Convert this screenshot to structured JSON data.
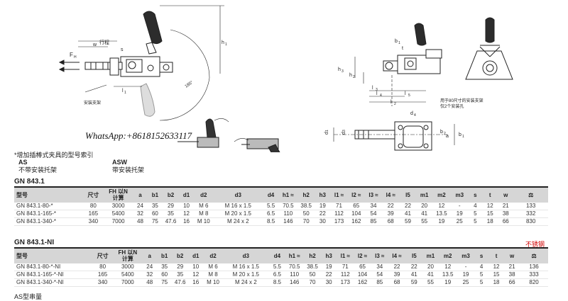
{
  "watermark": "WhatsApp:+8618152633117",
  "drawing_labels": {
    "travel": "行程",
    "w": "w",
    "fh": "F",
    "fh_sub": "H",
    "s": "s",
    "h1": "h",
    "h1_sub": "1",
    "l1": "l",
    "l1_sub": "1",
    "mount_bracket": "安装支架",
    "angle": "185°",
    "b1": "b",
    "b1_sub": "1",
    "t": "t",
    "h3": "h",
    "h3_sub": "3",
    "h2": "h",
    "h2_sub": "2",
    "l3": "l",
    "l3_sub": "3",
    "l4": "l",
    "l4_sub": "4",
    "l5": "l",
    "l5_sub": "5",
    "l2": "l",
    "l2_sub": "2",
    "note_80": "用于80尺寸的安装支架",
    "note_80b": "仅2个安装孔",
    "d4": "d",
    "d4_sub": "4",
    "d1": "d",
    "d1_sub": "1",
    "d3": "d",
    "d3_sub": "3",
    "b2": "b",
    "b2_sub": "2",
    "a": "a",
    "m1": "m",
    "m1_sub": "1",
    "m2": "m",
    "m2_sub": "2",
    "d2": "d",
    "d2_sub": "2"
  },
  "accessory_note": "*增加插棒式夹具的型号索引",
  "variants": [
    {
      "code": "AS",
      "desc": "不带安装托架"
    },
    {
      "code": "ASW",
      "desc": "带安装托架"
    }
  ],
  "table1": {
    "title": "GN 843.1",
    "headers": [
      "型号",
      "尺寸",
      "FH 以N|计算",
      "a",
      "b1",
      "b2",
      "d1",
      "d2",
      "d3",
      "d4",
      "h1 ≈",
      "h2",
      "h3",
      "l1 ≈",
      "l2 ≈",
      "l3 ≈",
      "l4 ≈",
      "l5",
      "m1",
      "m2",
      "m3",
      "s",
      "t",
      "w",
      "⚖"
    ],
    "rows": [
      [
        "GN 843.1-80-*",
        "80",
        "3000",
        "24",
        "35",
        "29",
        "10",
        "M 6",
        "M 16 x 1.5",
        "5.5",
        "70.5",
        "38.5",
        "19",
        "71",
        "65",
        "34",
        "22",
        "22",
        "20",
        "12",
        "-",
        "4",
        "12",
        "21",
        "133"
      ],
      [
        "GN 843.1-165-*",
        "165",
        "5400",
        "32",
        "60",
        "35",
        "12",
        "M 8",
        "M 20 x 1.5",
        "6.5",
        "110",
        "50",
        "22",
        "112",
        "104",
        "54",
        "39",
        "41",
        "41",
        "13.5",
        "19",
        "5",
        "15",
        "38",
        "332"
      ],
      [
        "GN 843.1-340-*",
        "340",
        "7000",
        "48",
        "75",
        "47.6",
        "16",
        "M 10",
        "M 24 x 2",
        "8.5",
        "146",
        "70",
        "30",
        "173",
        "162",
        "85",
        "68",
        "59",
        "55",
        "19",
        "25",
        "5",
        "18",
        "66",
        "830"
      ]
    ]
  },
  "table2": {
    "title": "GN 843.1-NI",
    "stainless": "不锈钢",
    "headers": [
      "型号",
      "尺寸",
      "FH 以N|计算",
      "a",
      "b1",
      "b2",
      "d1",
      "d2",
      "d3",
      "d4",
      "h1 ≈",
      "h2",
      "h3",
      "l1 ≈",
      "l2 ≈",
      "l3 ≈",
      "l4 ≈",
      "l5",
      "m1",
      "m2",
      "m3",
      "s",
      "t",
      "w",
      "⚖"
    ],
    "rows": [
      [
        "GN 843.1-80-*-NI",
        "80",
        "3000",
        "24",
        "35",
        "29",
        "10",
        "M 6",
        "M 16 x 1.5",
        "5.5",
        "70.5",
        "38.5",
        "19",
        "71",
        "65",
        "34",
        "22",
        "22",
        "20",
        "12",
        "-",
        "4",
        "12",
        "21",
        "136"
      ],
      [
        "GN 843.1-165-*-NI",
        "165",
        "5400",
        "32",
        "60",
        "35",
        "12",
        "M 8",
        "M 20 x 1.5",
        "6.5",
        "110",
        "50",
        "22",
        "112",
        "104",
        "54",
        "39",
        "41",
        "41",
        "13.5",
        "19",
        "5",
        "15",
        "38",
        "333"
      ],
      [
        "GN 843.1-340-*-NI",
        "340",
        "7000",
        "48",
        "75",
        "47.6",
        "16",
        "M 10",
        "M 24 x 2",
        "8.5",
        "146",
        "70",
        "30",
        "173",
        "162",
        "85",
        "68",
        "59",
        "55",
        "19",
        "25",
        "5",
        "18",
        "66",
        "820"
      ]
    ]
  },
  "footer_note": "AS型串量"
}
